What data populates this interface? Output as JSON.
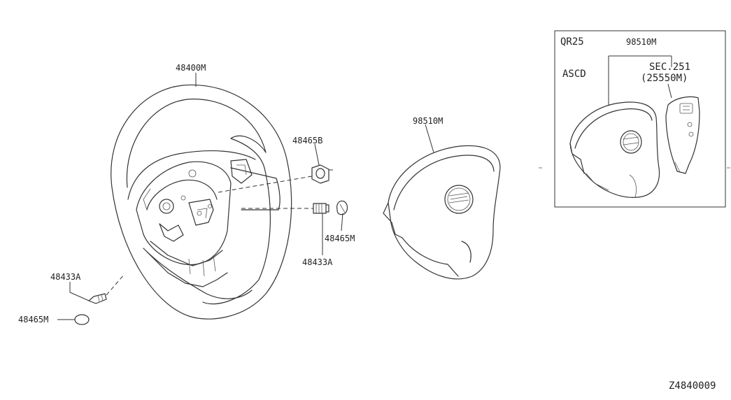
{
  "labels": {
    "wheel": "48400M",
    "nut": "48465B",
    "bolt_right": "48433A",
    "cap_right": "48465M",
    "bolt_left": "48433A",
    "cap_left": "48465M",
    "airbag": "98510M",
    "inset_airbag": "98510M",
    "engine": "QR25",
    "ascd": "ASCD",
    "sec": "SEC.251",
    "switch": "(25550M)",
    "diagram_id": "Z4840009"
  }
}
